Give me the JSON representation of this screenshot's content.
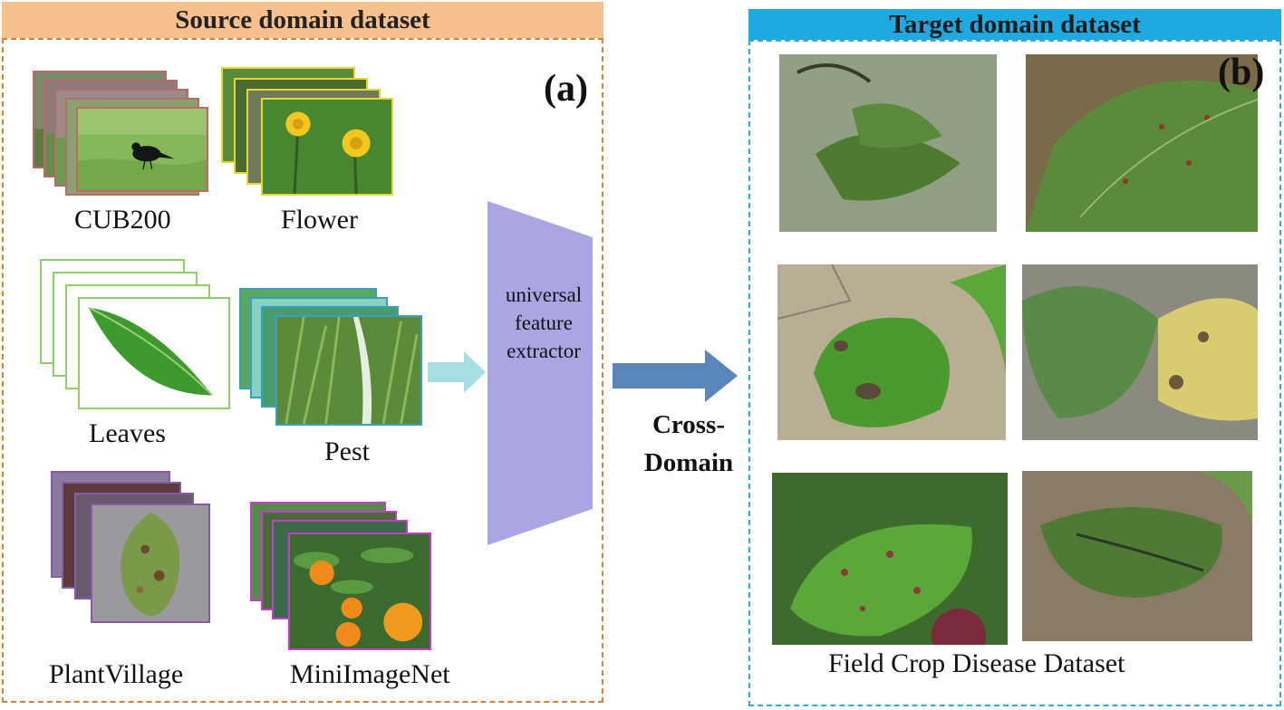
{
  "panel_a": {
    "title": "Source domain dataset",
    "label": "(a)",
    "datasets": [
      {
        "name": "CUB200",
        "border_color": "#b86a6a"
      },
      {
        "name": "Flower",
        "border_color": "#e6d830"
      },
      {
        "name": "Leaves",
        "border_color": "#8fcf6a"
      },
      {
        "name": "Pest",
        "border_color": "#36a0c0"
      },
      {
        "name": "PlantVillage",
        "border_color": "#8a5aa8"
      },
      {
        "name": "MiniImageNet",
        "border_color": "#c040c8"
      }
    ],
    "header_color": "#f6c08f",
    "border_color": "#d0843a"
  },
  "extractor": {
    "lines": [
      "universal",
      "feature",
      "extractor"
    ],
    "color": "#a9a6e3"
  },
  "cross_domain": {
    "lines": [
      "Cross-",
      "Domain"
    ],
    "arrow_color": "#5b86ba"
  },
  "panel_b": {
    "title": "Target domain dataset",
    "label": "(b)",
    "caption": "Field Crop Disease Dataset",
    "header_color": "#1fa9e1",
    "border_color": "#39a7dd"
  }
}
